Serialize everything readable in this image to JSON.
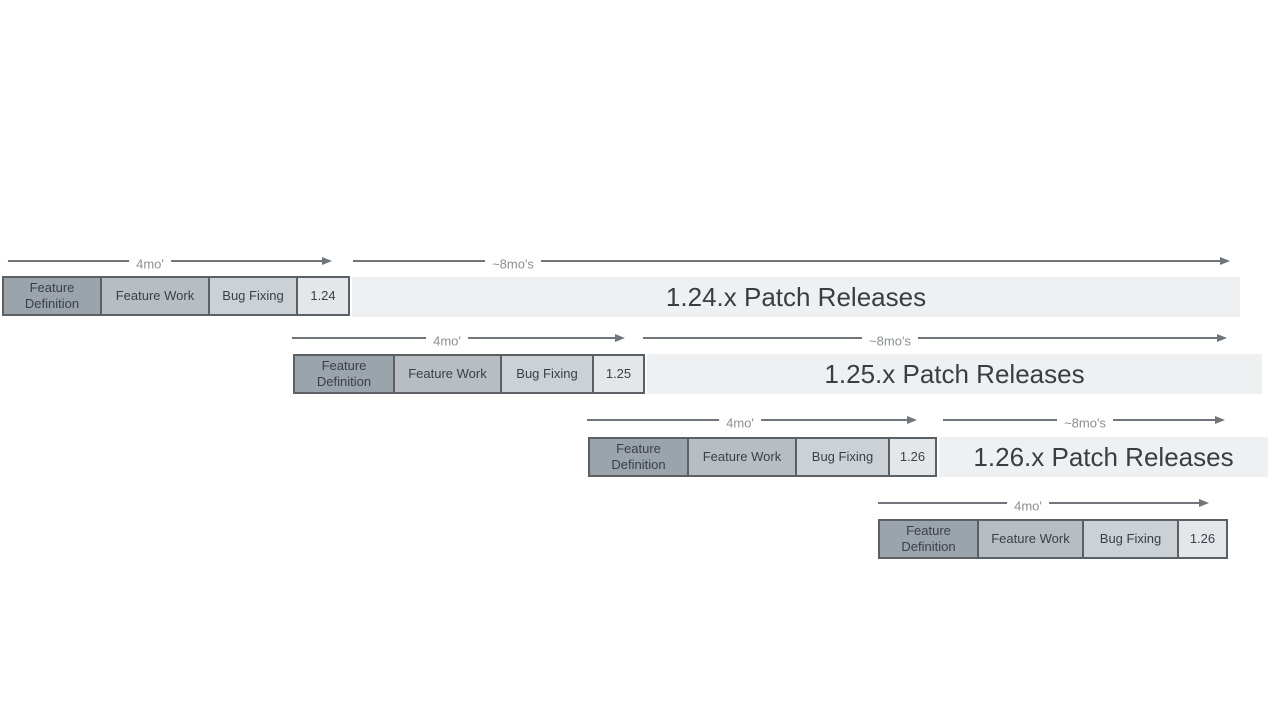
{
  "rows": [
    {
      "version": "1.24",
      "phases": [
        "Feature Definition",
        "Feature Work",
        "Bug Fixing"
      ],
      "dev_arrow_label": "4mo'",
      "patch_arrow_label": "~8mo's",
      "patch_bar_label": "1.24.x Patch Releases"
    },
    {
      "version": "1.25",
      "phases": [
        "Feature Definition",
        "Feature Work",
        "Bug Fixing"
      ],
      "dev_arrow_label": "4mo'",
      "patch_arrow_label": "~8mo's",
      "patch_bar_label": "1.25.x Patch Releases"
    },
    {
      "version": "1.26",
      "phases": [
        "Feature Definition",
        "Feature Work",
        "Bug Fixing"
      ],
      "dev_arrow_label": "4mo'",
      "patch_arrow_label": "~8mo's",
      "patch_bar_label": "1.26.x Patch Releases"
    },
    {
      "version": "1.26",
      "phases": [
        "Feature Definition",
        "Feature Work",
        "Bug Fixing"
      ],
      "dev_arrow_label": "4mo'"
    }
  ],
  "colors": {
    "background": "#ffffff",
    "feature-definition-fill": "#9ba3ab",
    "feature-work-fill": "#b7bdc3",
    "bug-fixing-fill": "#ccd1d6",
    "version-fill": "#e4e7ea",
    "patch-bar-fill": "#eef0f2",
    "box-border": "#5b6066",
    "arrow": "#70757c",
    "duration-label": "#8a8f95",
    "box-text": "#3b4046",
    "patch-text": "#3a3e44"
  }
}
